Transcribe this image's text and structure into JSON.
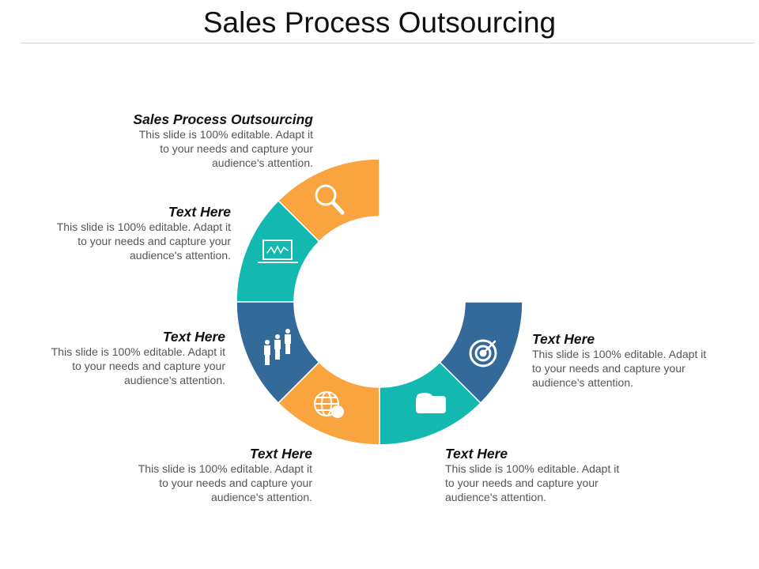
{
  "title": "Sales Process Outsourcing",
  "colors": {
    "orange": "#F9A43E",
    "teal": "#13B9B1",
    "blue": "#346A9A"
  },
  "segments": [
    {
      "color": "orange",
      "icon": "magnifier-icon"
    },
    {
      "color": "teal",
      "icon": "laptop-chart-icon"
    },
    {
      "color": "blue",
      "icon": "people-growth-icon"
    },
    {
      "color": "orange",
      "icon": "globe-gear-icon"
    },
    {
      "color": "teal",
      "icon": "measuring-tape-icon"
    },
    {
      "color": "blue",
      "icon": "target-icon"
    }
  ],
  "blocks": [
    {
      "heading": "Sales Process Outsourcing",
      "body": "This slide is 100% editable. Adapt it to your needs and capture your audience's attention."
    },
    {
      "heading": "Text Here",
      "body": "This slide is 100% editable. Adapt it to your needs and capture your audience's attention."
    },
    {
      "heading": "Text Here",
      "body": "This slide is 100% editable. Adapt it to your needs and capture your audience's attention."
    },
    {
      "heading": "Text Here",
      "body": "This slide is 100% editable. Adapt it to your needs and capture your audience's attention."
    },
    {
      "heading": "Text Here",
      "body": "This slide is 100% editable. Adapt it to your needs and capture your audience's attention."
    },
    {
      "heading": "Text Here",
      "body": "This slide is 100% editable. Adapt it to your needs and capture your audience's attention."
    }
  ]
}
